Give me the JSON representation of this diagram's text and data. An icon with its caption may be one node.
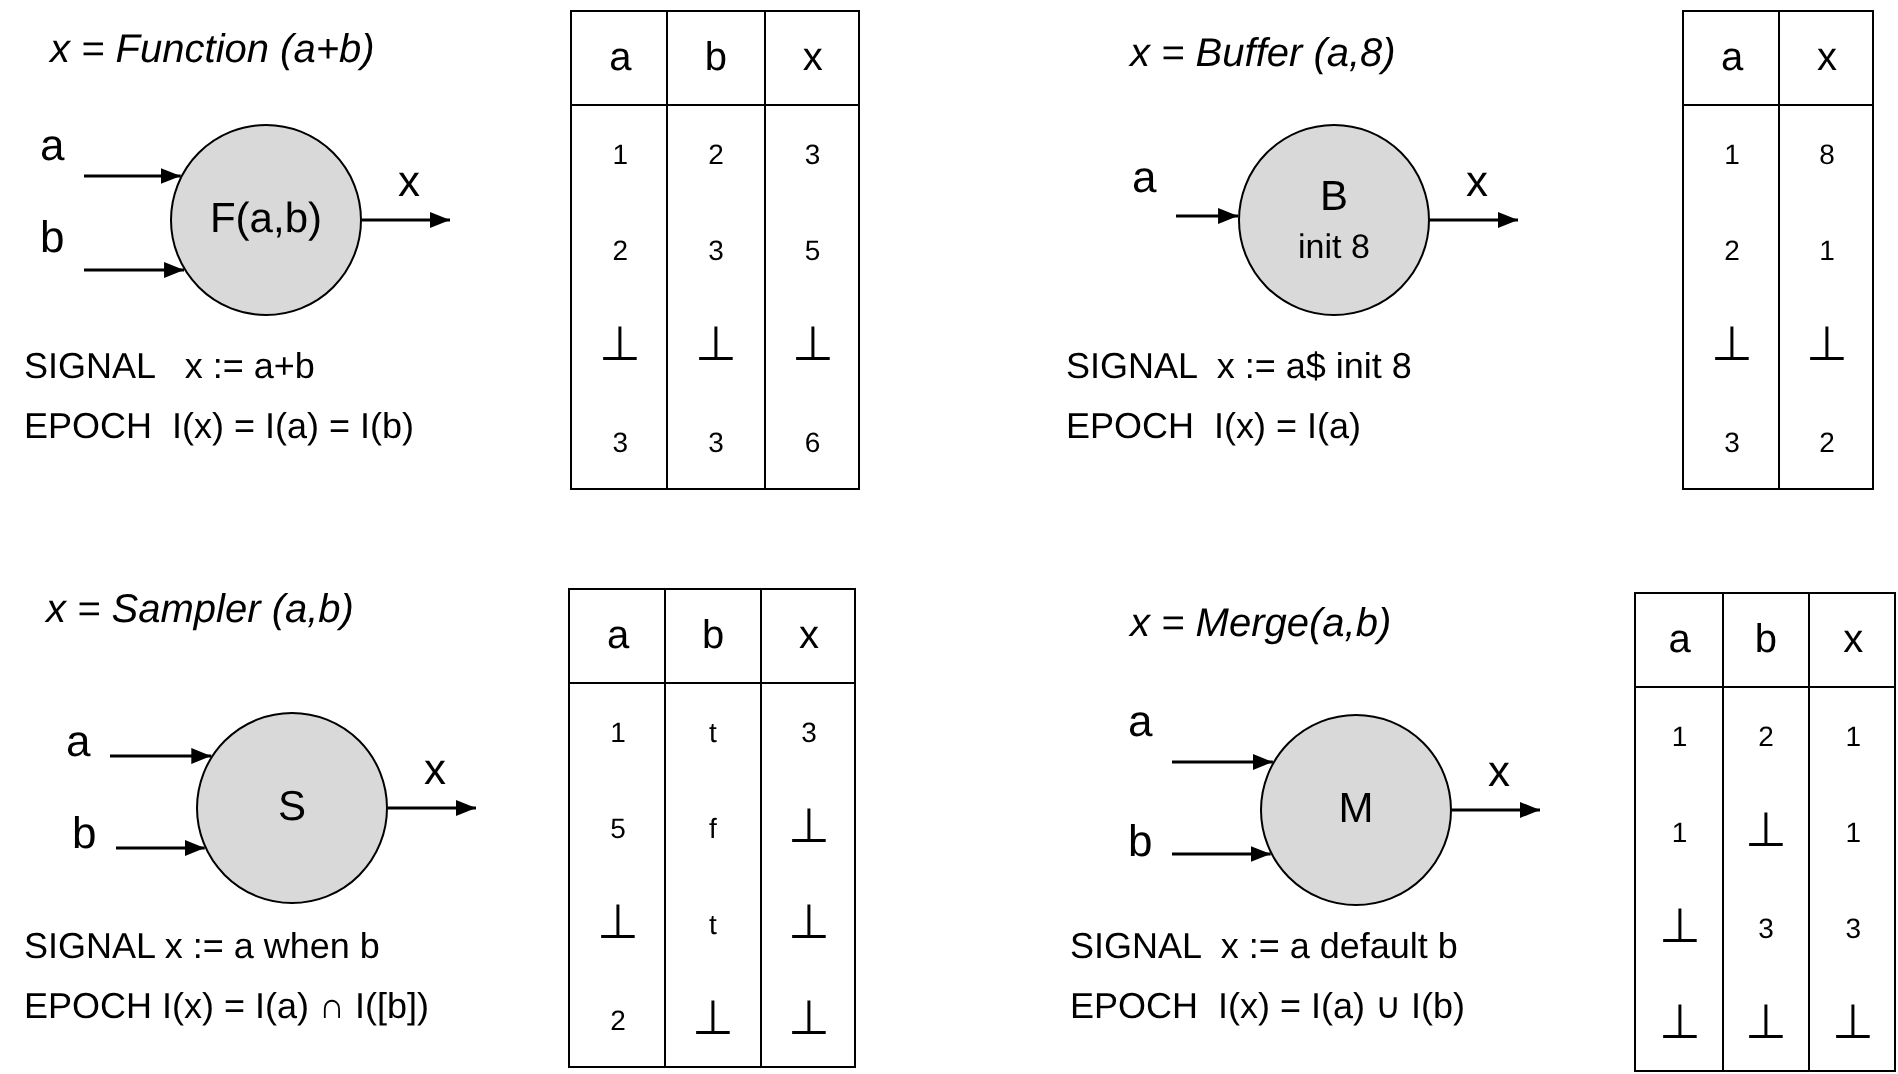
{
  "diagram": {
    "nodes": [
      {
        "text": [
          "a"
        ]
      },
      {
        "text": [
          "b"
        ]
      },
      {
        "text": [
          "F(a,b)"
        ]
      },
      {
        "text": [
          "a"
        ]
      },
      {
        "text": [
          "B",
          "init 8"
        ]
      },
      {
        "text": [
          "a"
        ]
      },
      {
        "text": [
          "b"
        ]
      },
      {
        "text": [
          "S"
        ]
      },
      {
        "text": [
          "a"
        ]
      },
      {
        "text": [
          "b"
        ]
      },
      {
        "text": [
          "M"
        ]
      }
    ],
    "edges": [
      {
        "from": 0,
        "to": 2,
        "arrow": "to"
      },
      {
        "from": 1,
        "to": 2,
        "arrow": "to"
      },
      {
        "from": 2,
        "to": null,
        "arrow": "to",
        "label": "x"
      },
      {
        "from": 3,
        "to": 4,
        "arrow": "to"
      },
      {
        "from": 4,
        "to": null,
        "arrow": "to",
        "label": "x"
      },
      {
        "from": 5,
        "to": 7,
        "arrow": "to"
      },
      {
        "from": 6,
        "to": 7,
        "arrow": "to"
      },
      {
        "from": 7,
        "to": null,
        "arrow": "to",
        "label": "x"
      },
      {
        "from": 8,
        "to": 10,
        "arrow": "to"
      },
      {
        "from": 9,
        "to": 10,
        "arrow": "to"
      },
      {
        "from": 10,
        "to": null,
        "arrow": "to",
        "label": "x"
      }
    ],
    "labels": [
      "x = Function (a+b)",
      "SIGNAL   x := a+b",
      "EPOCH  I(x) = I(a) = I(b)",
      "a",
      "b",
      "x",
      "1",
      "2",
      "3",
      "2",
      "3",
      "5",
      "⊥",
      "⊥",
      "⊥",
      "3",
      "3",
      "6",
      "x = Buffer (a,8)",
      "SIGNAL  x := a$ init 8",
      "EPOCH  I(x) = I(a)",
      "a",
      "x",
      "1",
      "8",
      "2",
      "1",
      "⊥",
      "⊥",
      "3",
      "2",
      "x = Sampler (a,b)",
      "SIGNAL x := a when b",
      "EPOCH I(x) = I(a) ∩ I([b])",
      "a",
      "b",
      "x",
      "1",
      "t",
      "3",
      "5",
      "f",
      "⊥",
      "⊥",
      "t",
      "⊥",
      "2",
      "⊥",
      "⊥",
      "x = Merge(a,b)",
      "SIGNAL  x := a default b",
      "EPOCH  I(x) = I(a) ∪ I(b)",
      "a",
      "b",
      "x",
      "1",
      "2",
      "1",
      "1",
      "⊥",
      "1",
      "⊥",
      "3",
      "3",
      "⊥",
      "⊥",
      "⊥"
    ]
  }
}
